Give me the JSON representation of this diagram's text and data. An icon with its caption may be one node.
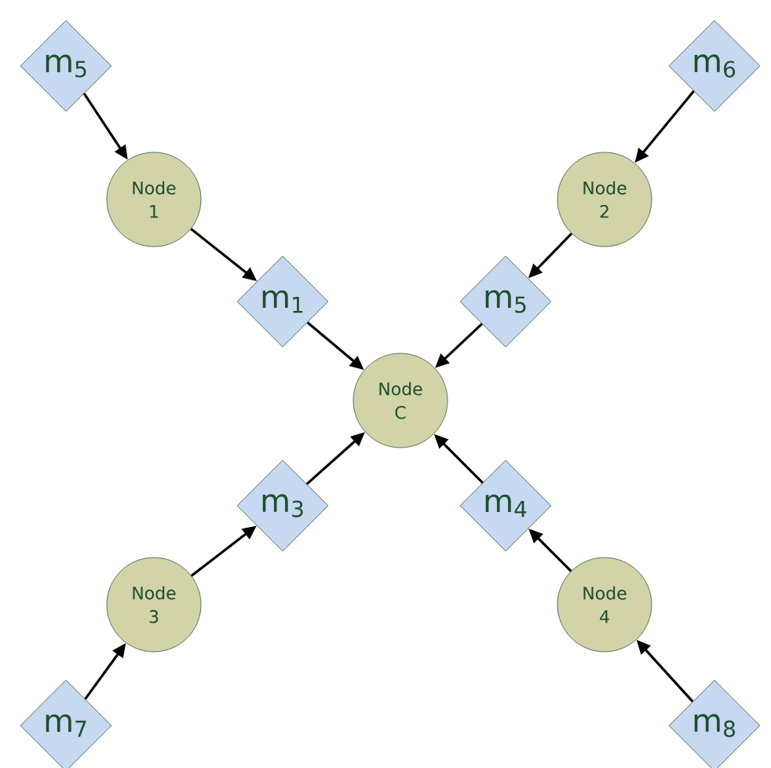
{
  "diagram": {
    "nodes": [
      {
        "text": [
          "m$_{5}$"
        ]
      },
      {
        "text": [
          "m$_{6}$"
        ]
      },
      {
        "text": [
          "Node 1"
        ]
      },
      {
        "text": [
          "Node 2"
        ]
      },
      {
        "text": [
          "m$_{1}$"
        ]
      },
      {
        "text": [
          "m$_{5}$"
        ]
      },
      {
        "text": [
          "Node C"
        ]
      },
      {
        "text": [
          "m$_{3}$"
        ]
      },
      {
        "text": [
          "m$_{4}$"
        ]
      },
      {
        "text": [
          "Node 3"
        ]
      },
      {
        "text": [
          "Node 4"
        ]
      },
      {
        "text": [
          "m$_{7}$"
        ]
      },
      {
        "text": [
          "m$_{8}$"
        ]
      }
    ],
    "edges": [
      {
        "from": 0,
        "to": 2,
        "arrow": "to"
      },
      {
        "from": 2,
        "to": 4,
        "arrow": "to"
      },
      {
        "from": 4,
        "to": 6,
        "arrow": "to"
      },
      {
        "from": 1,
        "to": 3,
        "arrow": "to"
      },
      {
        "from": 3,
        "to": 5,
        "arrow": "to"
      },
      {
        "from": 5,
        "to": 6,
        "arrow": "to"
      },
      {
        "from": 11,
        "to": 9,
        "arrow": "to"
      },
      {
        "from": 9,
        "to": 7,
        "arrow": "to"
      },
      {
        "from": 7,
        "to": 6,
        "arrow": "to"
      },
      {
        "from": 12,
        "to": 10,
        "arrow": "to"
      },
      {
        "from": 10,
        "to": 8,
        "arrow": "to"
      },
      {
        "from": 8,
        "to": 6,
        "arrow": "to"
      }
    ]
  }
}
